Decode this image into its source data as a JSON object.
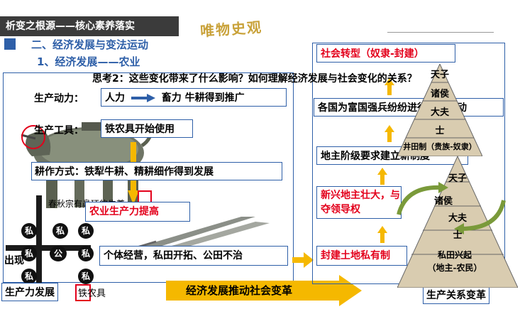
{
  "header": {
    "title": "析变之根源——核心素养落实",
    "calligraphy": "唯物史观"
  },
  "section": {
    "title": "二、经济发展与变法运动",
    "subtitle": "1、经济发展——农业"
  },
  "question": "思考2：这些变化带来了什么影响？如何理解经济发展与社会变化的关系？",
  "left": {
    "rows": [
      {
        "label": "生产动力：",
        "value_a": "人力",
        "value_b": "畜力 牛耕得到推广"
      },
      {
        "label": "生产工具：",
        "value": "铁农具开始使用"
      },
      {
        "label": "耕作方式：",
        "value": "铁犁牛耕、精耕细作得到发展"
      }
    ],
    "result": "农业生产力提高",
    "image_caption": "春秋宗有鼻环的牛尊",
    "outcome_prefix": "出现",
    "outcome": "个体经营，私田开拓、公田不治",
    "si_char": "私",
    "gong_char": "公",
    "tool_caption": "铁农具",
    "tool_char": "私",
    "bottom_label": "生产力发展"
  },
  "arrow_banner": "经济发展推动社会变革",
  "right": {
    "transition": "社会转型（奴隶-封建）",
    "movement": "各国为富国强兵纷纷进行变法运动",
    "demand": "地主阶级要求建立新制度",
    "rise": "新兴地主壮大，与旧贵族斗争",
    "rise_line2": "夺领导权",
    "landlord": "封建土地私有制",
    "bottom_label": "生产关系变革",
    "pyramid_top": [
      "天子",
      "诸侯",
      "大夫",
      "士"
    ],
    "pyramid_top_base": "井田制（贵族-奴隶）",
    "pyramid_bottom": [
      "天子",
      "诸侯",
      "大夫",
      "士"
    ],
    "pyramid_bottom_base_1": "私田兴起",
    "pyramid_bottom_base_2": "（地主-农民）"
  },
  "colors": {
    "accent_blue": "#2e5fa8",
    "accent_red": "#e3001b",
    "arrow_gold": "#f5b800",
    "pyramid_tan": "#d9ccb0"
  }
}
